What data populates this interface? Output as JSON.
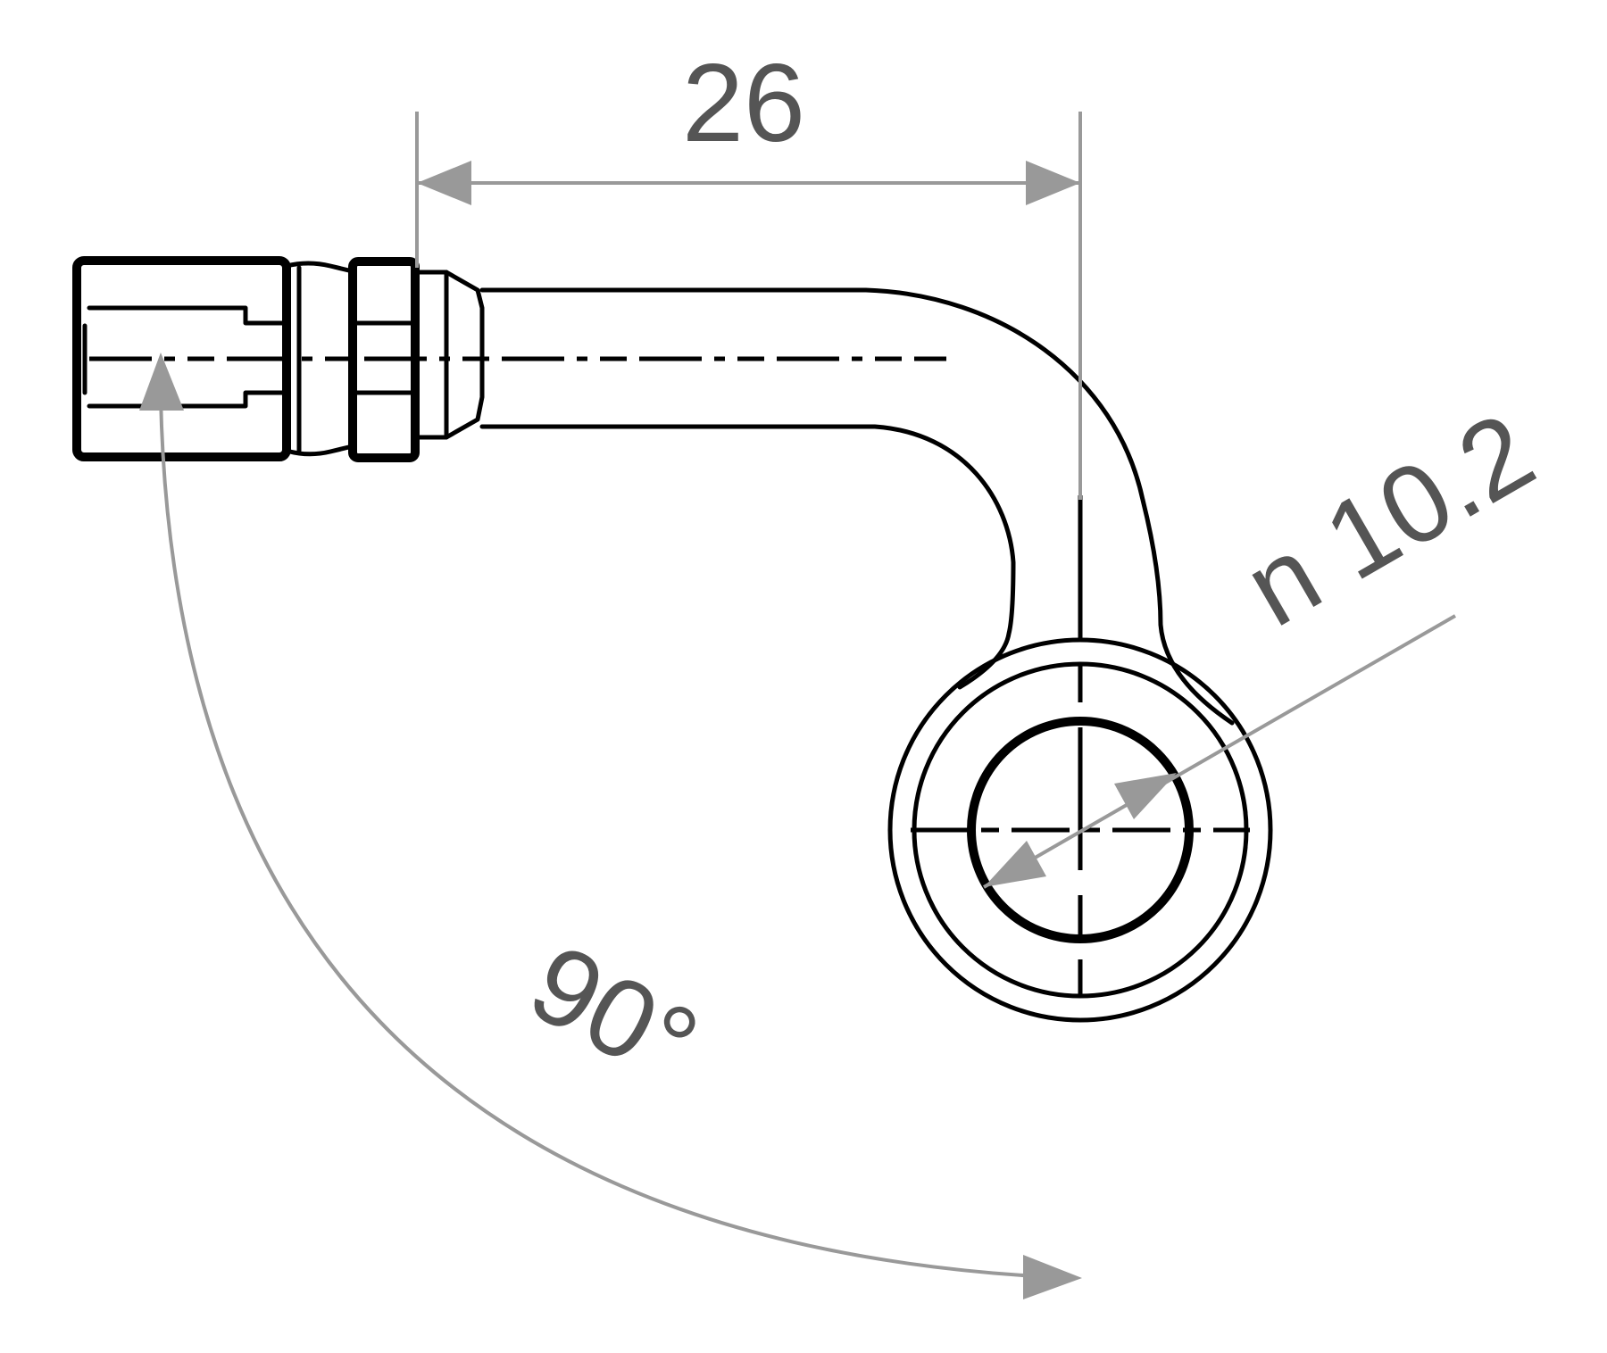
{
  "dimensions": {
    "length": "26",
    "bore_diameter": "n 10.2",
    "bend_angle": "90°"
  },
  "colors": {
    "part_line": "#000000",
    "dimension_line": "#999999",
    "dimension_text": "#555555",
    "background": "#ffffff"
  }
}
